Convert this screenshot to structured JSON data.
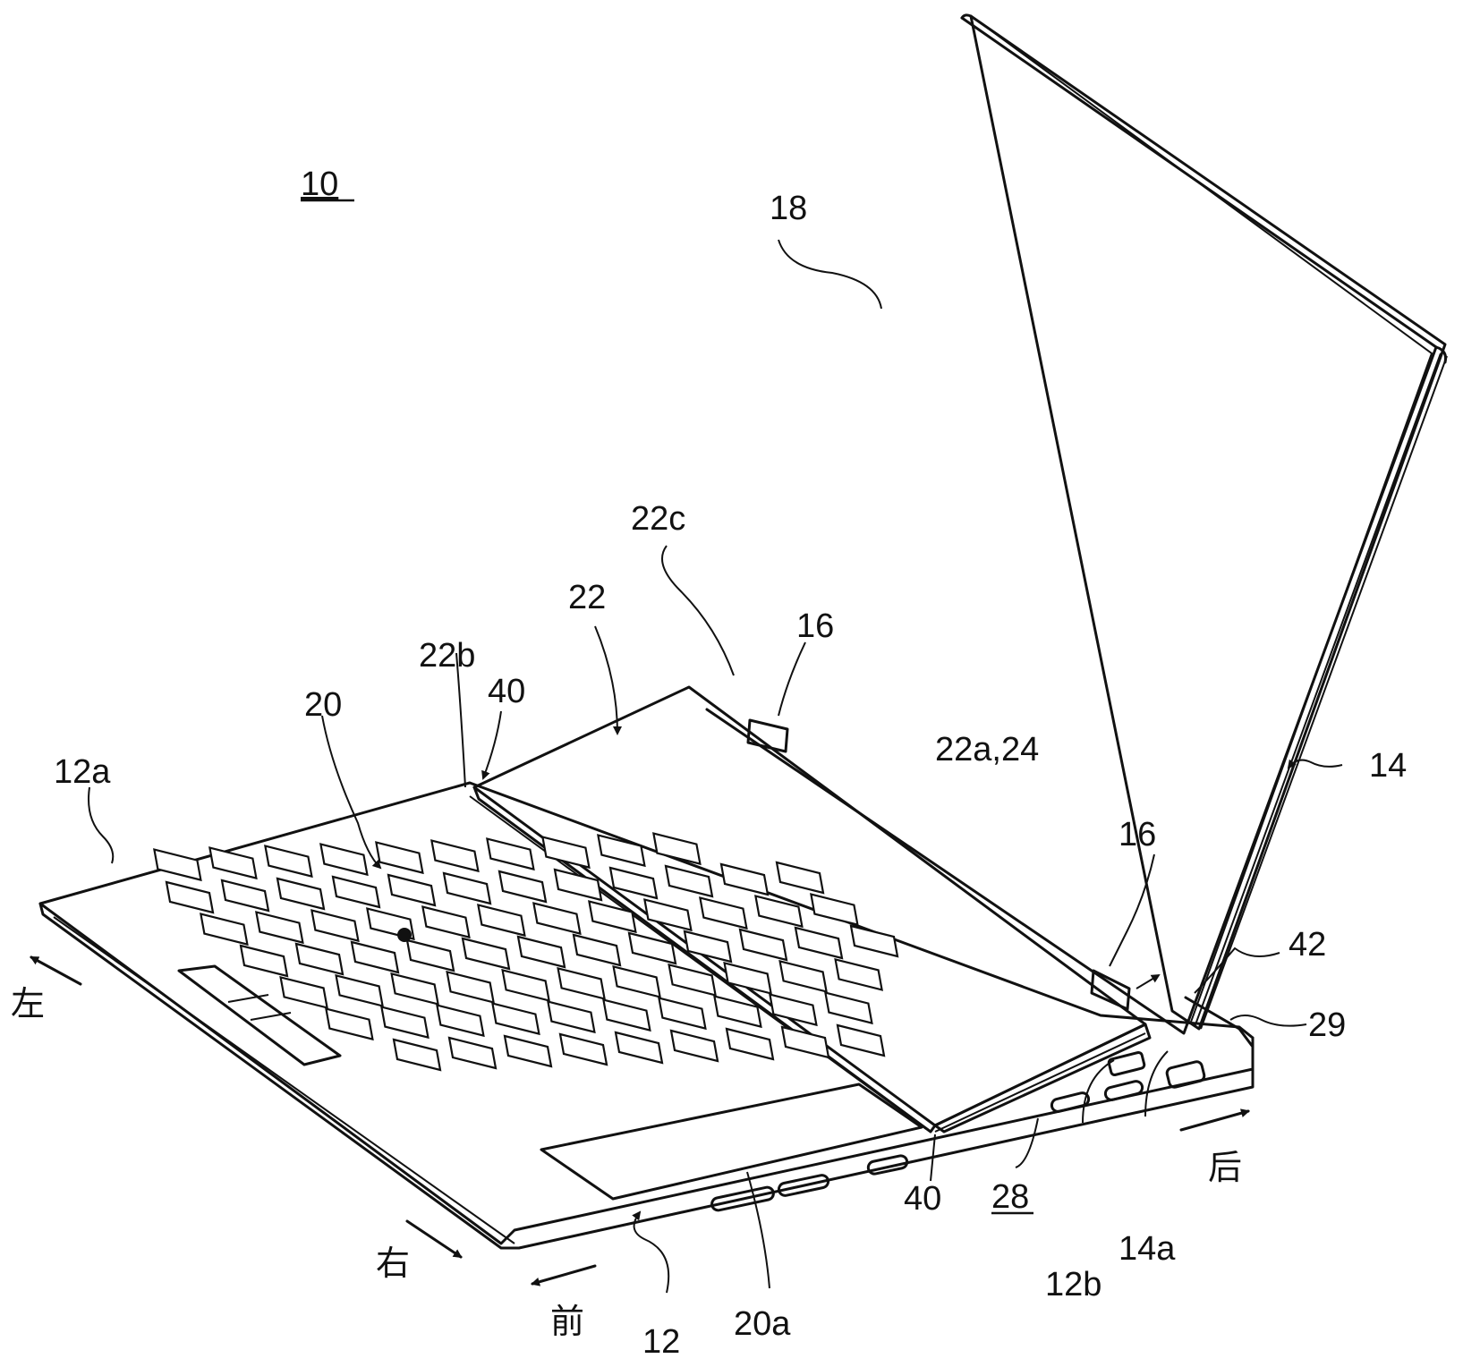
{
  "figure_number": "10",
  "labels": {
    "l18": "18",
    "l22c": "22c",
    "l22": "22",
    "l16a": "16",
    "l22b": "22b",
    "l40a": "40",
    "l20": "20",
    "l22a24": "22a,24",
    "l14": "14",
    "l12a": "12a",
    "l16b": "16",
    "l42": "42",
    "l29": "29",
    "l40b": "40",
    "l28": "28",
    "l12b": "12b",
    "l14a": "14a",
    "l12": "12",
    "l20a": "20a"
  },
  "directions": {
    "left": "左",
    "right": "右",
    "front": "前",
    "rear": "后"
  }
}
